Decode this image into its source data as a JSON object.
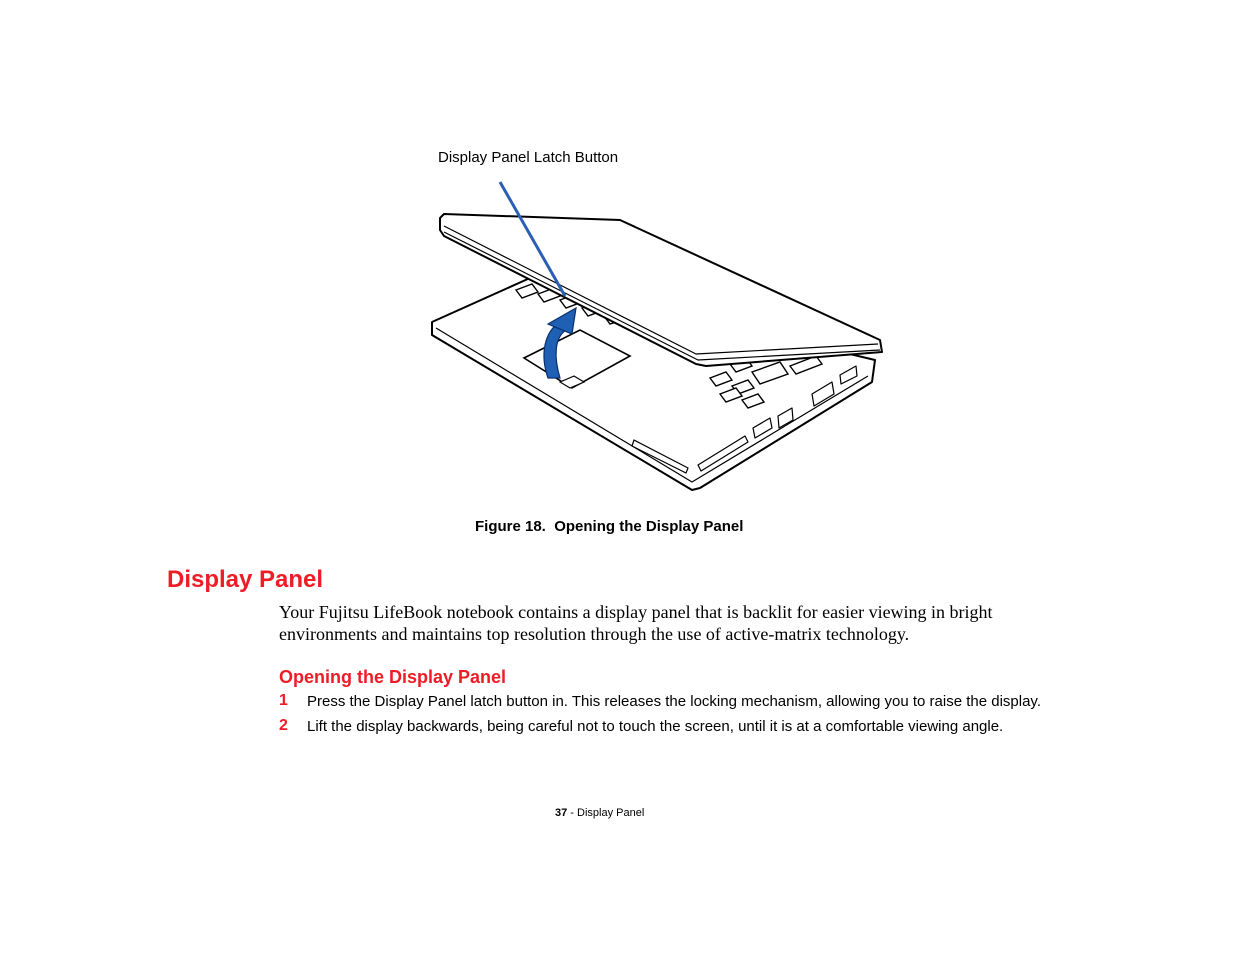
{
  "figure": {
    "callout_label": "Display Panel Latch Button",
    "caption_number": "Figure 18.",
    "caption_title": "Opening the Display Panel",
    "colors": {
      "arrow": "#1f5fb4",
      "callout_line": "#2b5fb3"
    }
  },
  "section": {
    "title": "Display Panel",
    "intro": "Your Fujitsu LifeBook notebook contains a display panel that is backlit for easier viewing in bright environments and maintains top resolution through the use of active-matrix technology."
  },
  "subsection": {
    "title": "Opening the Display Panel",
    "steps": [
      {
        "number": "1",
        "text": "Press the Display Panel latch button in. This releases the locking mechanism, allowing you to raise the display."
      },
      {
        "number": "2",
        "text": "Lift the display backwards, being careful not to touch the screen, until it is at a comfortable viewing angle."
      }
    ]
  },
  "footer": {
    "page_number": "37",
    "separator": " - ",
    "section_name": "Display Panel"
  },
  "colors": {
    "heading": "#ee1c25",
    "text": "#000000"
  }
}
